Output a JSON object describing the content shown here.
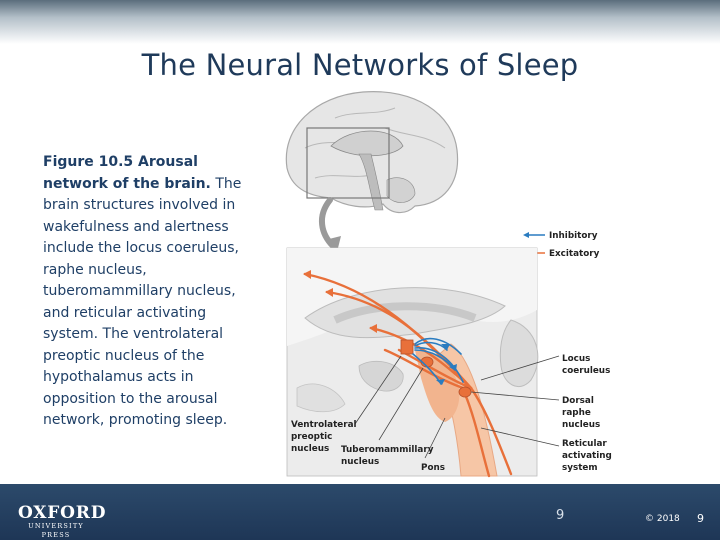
{
  "slide": {
    "title": "The Neural Networks of Sleep",
    "caption_bold": "Figure 10.5 Arousal network of the brain.",
    "caption_rest": " The brain structures involved in wakefulness and alertness include the locus coeruleus, raphe nucleus, tuberomammillary nucleus, and reticular activating system. The ventrolateral preoptic nucleus of the hypothalamus acts in opposition to the arousal network, promoting sleep."
  },
  "figure": {
    "legend": {
      "inhibitory": "Inhibitory",
      "excitatory": "Excitatory"
    },
    "labels": {
      "locus_1": "Locus",
      "locus_2": "coeruleus",
      "dorsal_1": "Dorsal",
      "dorsal_2": "raphe",
      "dorsal_3": "nucleus",
      "reticular_1": "Reticular",
      "reticular_2": "activating",
      "reticular_3": "system",
      "ventro_1": "Ventrolateral",
      "ventro_2": "preoptic",
      "ventro_3": "nucleus",
      "tubero_1": "Tuberomammillary",
      "tubero_2": "nucleus",
      "pons": "Pons"
    },
    "colors": {
      "inhibitory": "#2a7cc0",
      "excitatory": "#e8703a"
    }
  },
  "footer": {
    "logo_main": "OXFORD",
    "logo_sub": "UNIVERSITY PRESS",
    "page_center": "9",
    "copyright": "© 2018",
    "page_right": "9"
  }
}
